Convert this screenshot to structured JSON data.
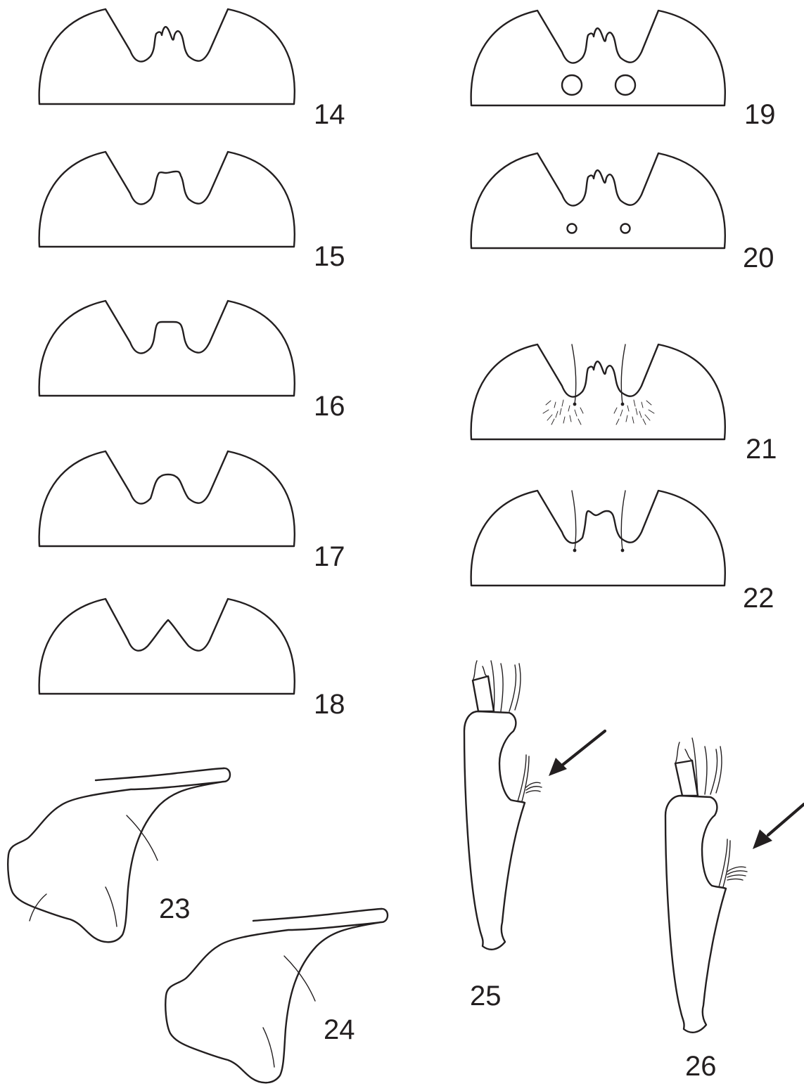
{
  "figure_labels": {
    "fig14": "14",
    "fig15": "15",
    "fig16": "16",
    "fig17": "17",
    "fig18": "18",
    "fig19": "19",
    "fig20": "20",
    "fig21": "21",
    "fig22": "22",
    "fig23": "23",
    "fig24": "24",
    "fig25": "25",
    "fig26": "26"
  },
  "colors": {
    "ink": "#231f20",
    "background": "#ffffff"
  }
}
